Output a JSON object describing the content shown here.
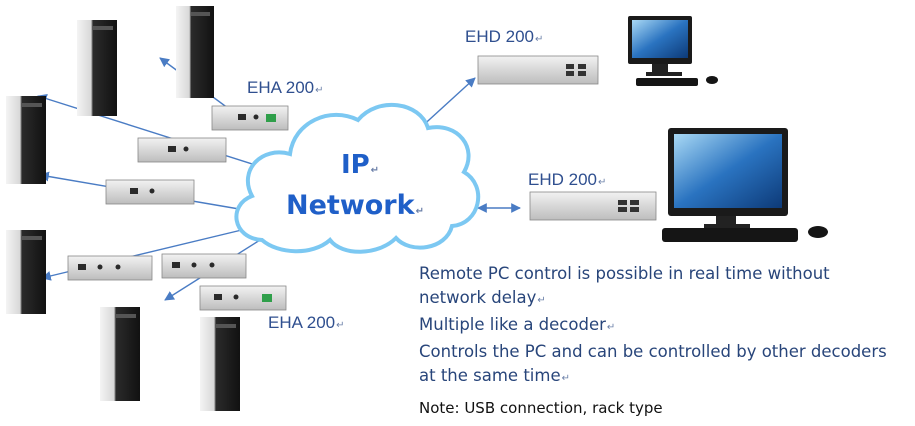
{
  "cloud": {
    "line1": "IP",
    "line2": "Network"
  },
  "devices": {
    "eha_top": "EHA 200",
    "eha_bottom": "EHA 200",
    "ehd_top": "EHD 200",
    "ehd_middle": "EHD 200"
  },
  "return_mark": "↵",
  "description": [
    "Remote PC control is possible in real time without",
    "network delay",
    "Multiple like a decoder",
    "Controls the PC and can be controlled by other decoders",
    "at the same time"
  ],
  "note": "Note: USB connection, rack type",
  "colors": {
    "cloud_stroke": "#7cc8f2",
    "arrow": "#4a7cc4",
    "cloud_text": "#1f5fc8",
    "label": "#2f4f8f"
  }
}
